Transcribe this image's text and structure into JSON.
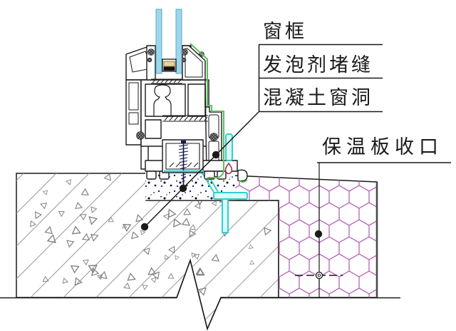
{
  "drawing": {
    "type": "construction-detail-section",
    "labels": {
      "window_frame": "窗框",
      "foam_sealant": "发泡剂堵缝",
      "concrete_opening": "混凝土窗洞",
      "insulation_board_closure": "保温板收口"
    },
    "colors": {
      "outline": "#1a1a1a",
      "glass": "#9ed7ec",
      "glass_edge": "#5aa7c4",
      "spacer_tan": "#e8d49a",
      "frame_green": "#5cbf5c",
      "flashing_cyan": "#2fd0d0",
      "flashing_fill": "#dff8f8",
      "drip_maroon": "#993344",
      "insulation_magenta": "#b565b5",
      "mortar_speckle": "#1b1b70",
      "hatch_gray": "#9a9a9a",
      "background": "#ffffff"
    }
  }
}
